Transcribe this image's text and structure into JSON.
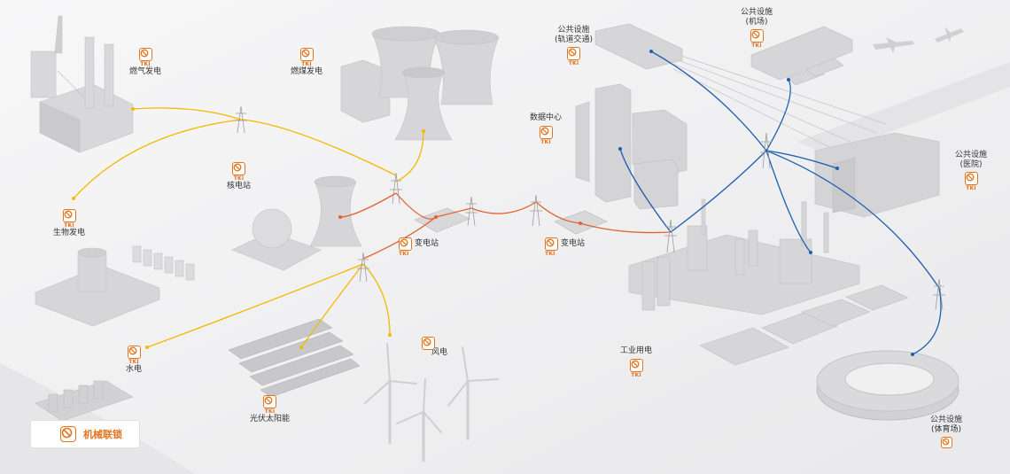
{
  "colors": {
    "accent_orange": "#e2741f",
    "line_yellow": "#f5b800",
    "line_orange": "#e2622b",
    "line_blue": "#1f5fb0",
    "background": "#f2f2f3",
    "building": "#d6d6d8"
  },
  "badge_text": "TKI",
  "sites": {
    "gas_power": "燃气发电",
    "coal_power": "燃煤发电",
    "nuclear_power": "核电站",
    "biomass_power": "生物发电",
    "hydro_power": "水电",
    "solar_power": "光伏太阳能",
    "wind_power": "风电",
    "substation_1": "变电站",
    "substation_2": "变电站",
    "data_center": "数据中心",
    "industrial_power": "工业用电",
    "rail_transit": [
      "公共设施",
      "(轨道交通)"
    ],
    "airport": [
      "公共设施",
      "(机场)"
    ],
    "hospital": [
      "公共设施",
      "(医院)"
    ],
    "stadium": [
      "公共设施",
      "(体育场)"
    ]
  },
  "legend": {
    "icon": "lock-prohibited-icon",
    "label": "机械联锁"
  }
}
